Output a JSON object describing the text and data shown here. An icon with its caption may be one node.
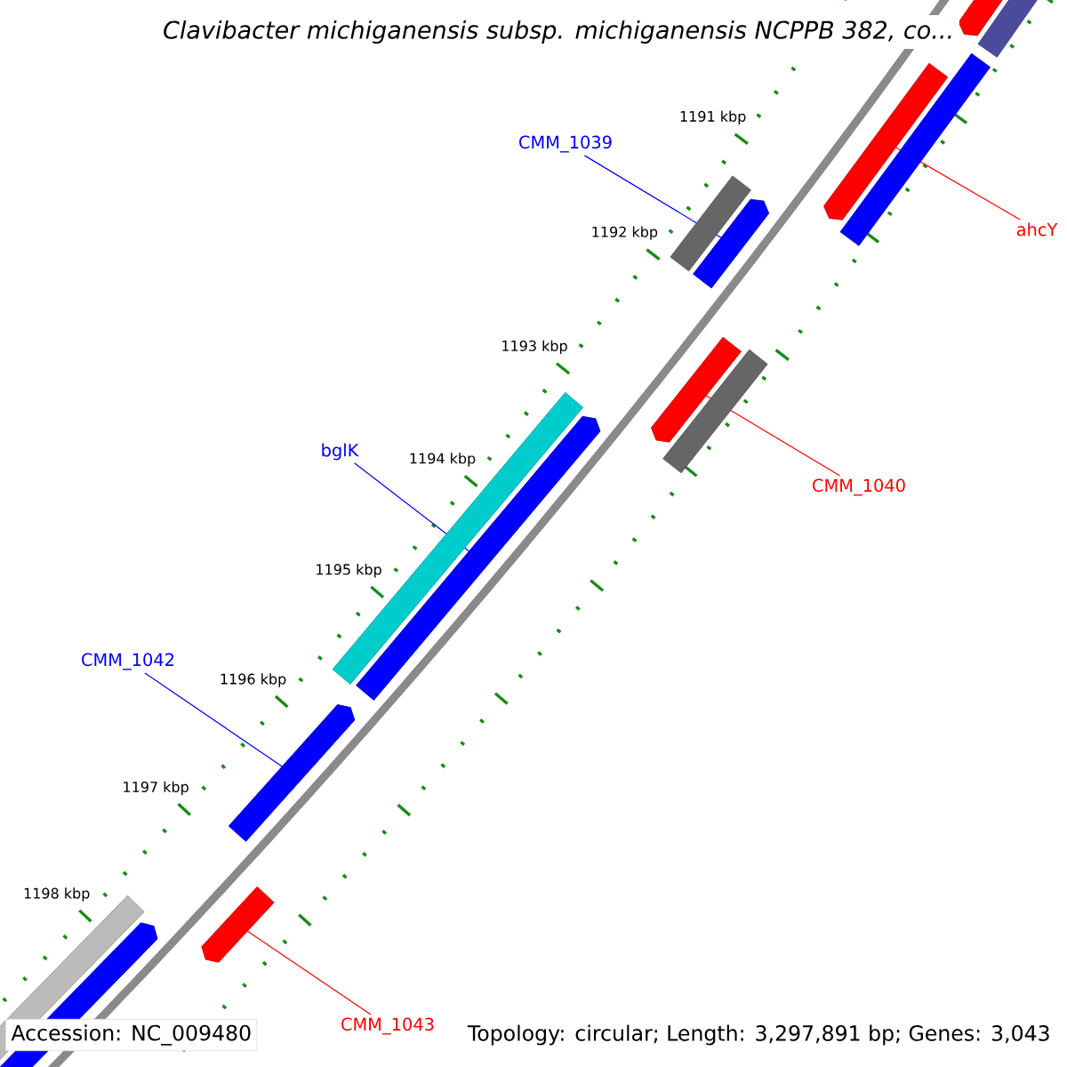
{
  "diagram": {
    "title": "Clavibacter michiganensis subsp. michiganensis NCPPB 382, co...",
    "nodes": [
      {
        "text": [
          "CMM_1039"
        ]
      },
      {
        "text": [
          "ahcY"
        ]
      },
      {
        "text": [
          "bglK"
        ]
      },
      {
        "text": [
          "CMM_1040"
        ]
      },
      {
        "text": [
          "CMM_1042"
        ]
      },
      {
        "text": [
          "CMM_1043"
        ]
      },
      {
        "text": [],
        "shape": "arrow"
      },
      {
        "text": [],
        "shape": "arrow"
      },
      {
        "text": [],
        "shape": "arrow"
      },
      {
        "text": [],
        "shape": "arrow"
      },
      {
        "text": [],
        "shape": "arrow"
      },
      {
        "text": [],
        "shape": "arrow"
      }
    ],
    "edges": [
      {
        "from": 0,
        "to": 7,
        "arrow": "none",
        "color": "#0000ff"
      },
      {
        "from": 1,
        "to": 6,
        "arrow": "none",
        "color": "#ff0000"
      },
      {
        "from": 2,
        "to": 9,
        "arrow": "none",
        "color": "#0000ff"
      },
      {
        "from": 3,
        "to": 8,
        "arrow": "none",
        "color": "#ff0000"
      },
      {
        "from": 4,
        "to": 10,
        "arrow": "none",
        "color": "#0000ff"
      },
      {
        "from": 5,
        "to": 11,
        "arrow": "none",
        "color": "#ff0000"
      }
    ],
    "labels": [
      "1191 kbp",
      "1192 kbp",
      "1193 kbp",
      "1194 kbp",
      "1195 kbp",
      "1196 kbp",
      "1197 kbp",
      "1198 kbp",
      "Accession: NC_009480",
      "Topology: circular; Length: 3,297,891 bp; Genes: 3,043"
    ]
  }
}
